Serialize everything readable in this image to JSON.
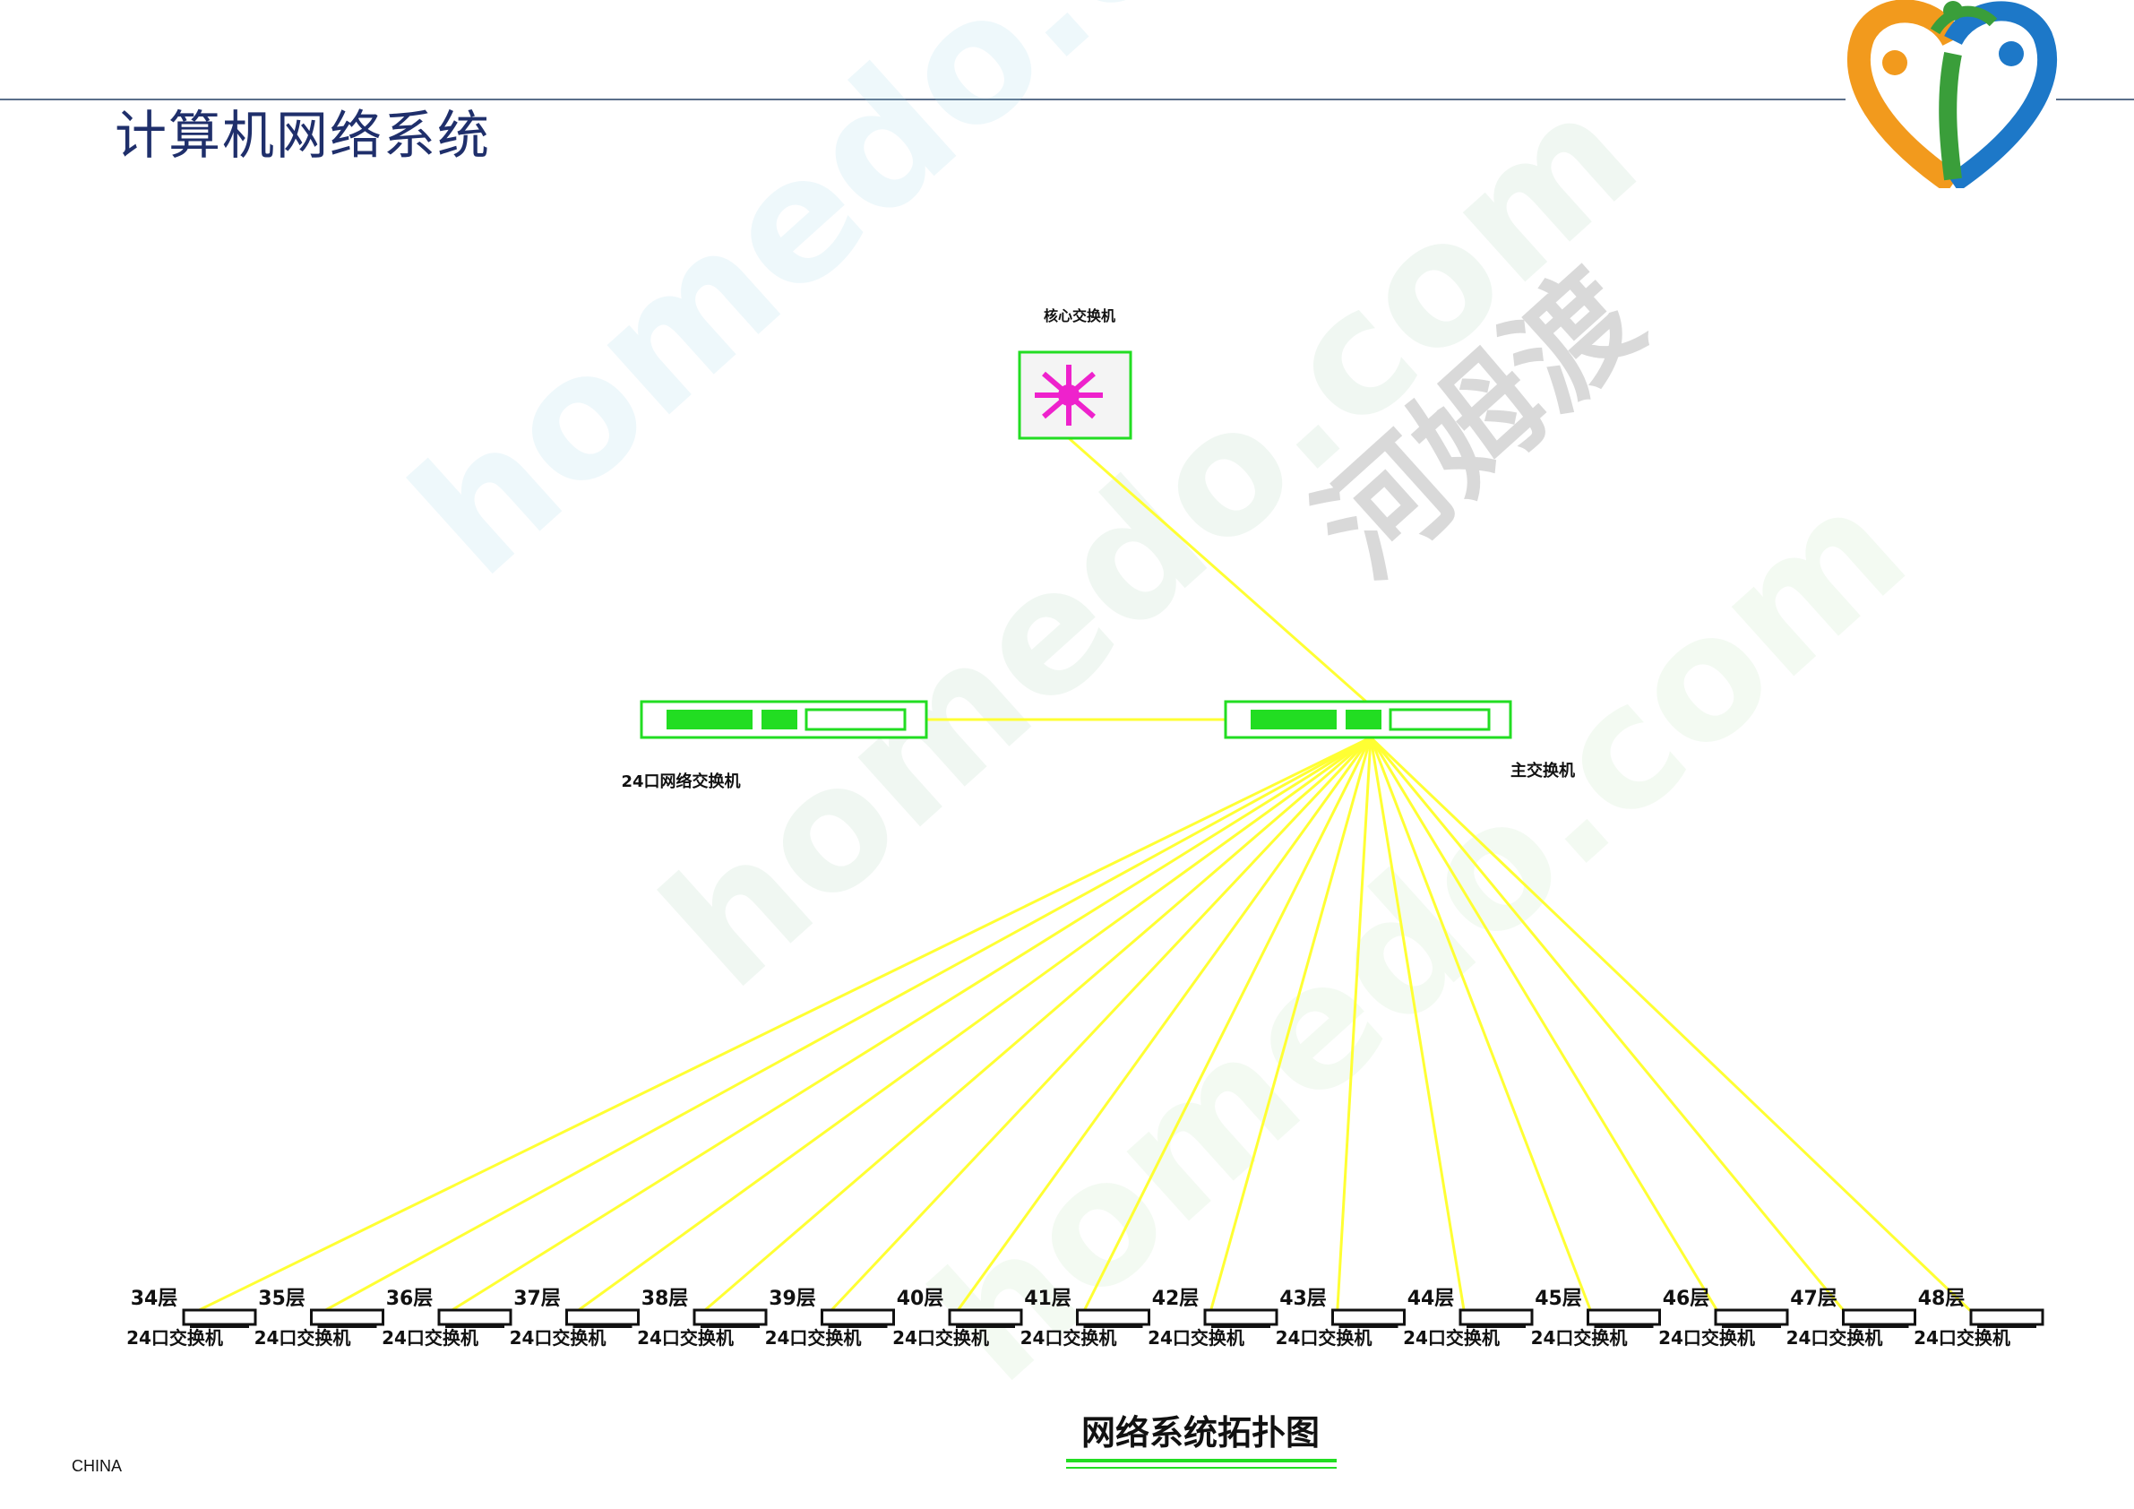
{
  "slide": {
    "title": "计算机网络系统",
    "footer": "CHINA"
  },
  "watermarks": {
    "latin": "homedo.com",
    "chinese": "河姆渡"
  },
  "diagram": {
    "caption": "网络系统拓扑图",
    "link_color": "#ffff33",
    "device_color": "#22dd22",
    "core_icon_color": "#ee22cc",
    "top_device_label": "核心交换机",
    "switch_left_label": "24口网络交换机",
    "switch_right_label": "主交换机",
    "nodes": [
      {
        "floor": "34层",
        "device": "24口交换机"
      },
      {
        "floor": "35层",
        "device": "24口交换机"
      },
      {
        "floor": "36层",
        "device": "24口交换机"
      },
      {
        "floor": "37层",
        "device": "24口交换机"
      },
      {
        "floor": "38层",
        "device": "24口交换机"
      },
      {
        "floor": "39层",
        "device": "24口交换机"
      },
      {
        "floor": "40层",
        "device": "24口交换机"
      },
      {
        "floor": "41层",
        "device": "24口交换机"
      },
      {
        "floor": "42层",
        "device": "24口交换机"
      },
      {
        "floor": "43层",
        "device": "24口交换机"
      },
      {
        "floor": "44层",
        "device": "24口交换机"
      },
      {
        "floor": "45层",
        "device": "24口交换机"
      },
      {
        "floor": "46层",
        "device": "24口交换机"
      },
      {
        "floor": "47层",
        "device": "24口交换机"
      },
      {
        "floor": "48层",
        "device": "24口交换机"
      }
    ]
  }
}
